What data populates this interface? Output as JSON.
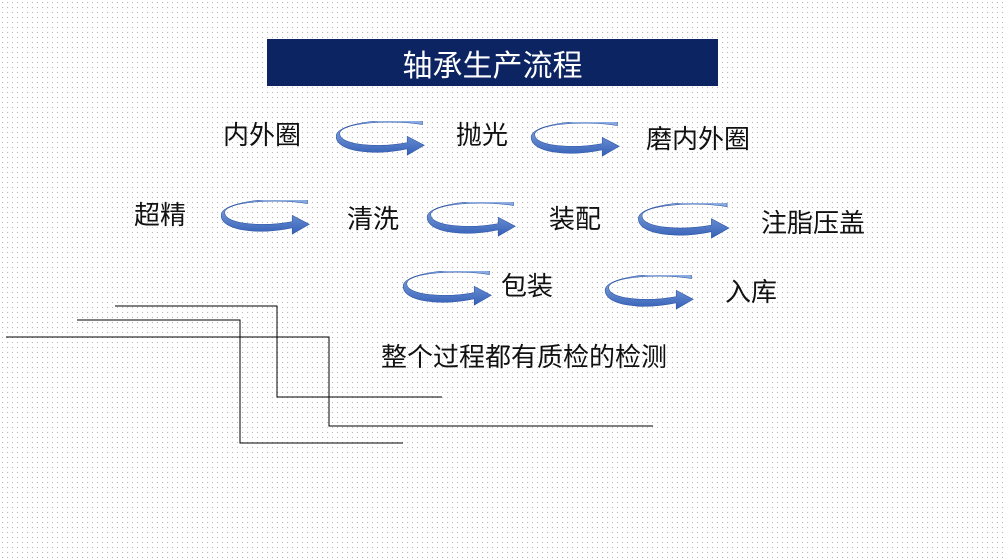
{
  "title": "轴承生产流程",
  "steps": [
    {
      "label": "内外圈"
    },
    {
      "label": "抛光"
    },
    {
      "label": "磨内外圈"
    },
    {
      "label": "超精"
    },
    {
      "label": "清洗"
    },
    {
      "label": "装配"
    },
    {
      "label": "注脂压盖"
    },
    {
      "label": "包装"
    },
    {
      "label": "入库"
    }
  ],
  "note": "整个过程都有质检的检测",
  "colors": {
    "title_bg": "#0d2463",
    "arrow_light": "#8fb0e3",
    "arrow_dark": "#3560b8",
    "connector": "#000000"
  },
  "icons": [
    "curved-arrow-icon"
  ]
}
